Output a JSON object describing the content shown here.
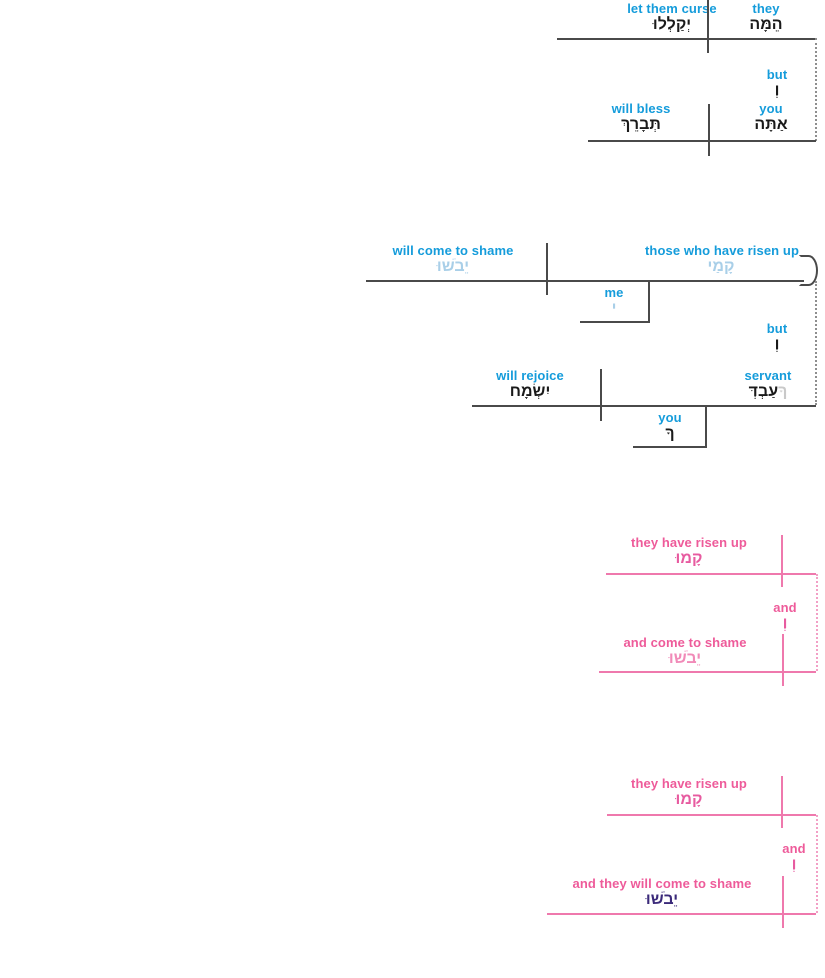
{
  "diagram": {
    "title": "Hebrew syntax line diagram",
    "language": "Hebrew",
    "colors": {
      "clause_blue": "#159cdb",
      "clause_blue_faded": "#9ccdeb",
      "clause_pink": "#ee5b9a",
      "line_dark": "#4a4a4a",
      "line_pink": "#ef79ad",
      "hebrew_dark": "#1a1a1a",
      "hebrew_navy": "#3b2a7a",
      "hebrew_light_blue": "#a9cfe8",
      "hebrew_pink": "#f18ab8"
    }
  },
  "blocks": [
    {
      "id": "block-1",
      "color": "blue",
      "rows": [
        {
          "id": "row-1a",
          "predicate": {
            "gloss": "let them curse",
            "hebrew": "יְקַלְלוּ"
          },
          "subject": {
            "gloss": "they",
            "hebrew": "הֵמָּה"
          }
        },
        {
          "id": "row-1b",
          "conjunction": {
            "gloss": "but",
            "hebrew": "וְ"
          },
          "predicate": {
            "gloss": "will bless",
            "hebrew": "תְּבָרֵךְ"
          },
          "subject": {
            "gloss": "you",
            "hebrew": "אַתָּה"
          }
        }
      ]
    },
    {
      "id": "block-2",
      "color": "blue",
      "rows": [
        {
          "id": "row-2a",
          "predicate": {
            "gloss": "will come to shame",
            "hebrew": "יֵבֹשׁוּ"
          },
          "subject": {
            "gloss": "those who have risen up",
            "hebrew": "קָמַי"
          },
          "modifier": {
            "gloss": "me",
            "hebrew": "י"
          }
        },
        {
          "id": "row-2b",
          "conjunction": {
            "gloss": "but",
            "hebrew": "וְ"
          },
          "predicate": {
            "gloss": "will rejoice",
            "hebrew": "יִשְׂמָח"
          },
          "subject": {
            "gloss": "servant",
            "hebrew": "עַבְדְּ",
            "suffix": "ךָ"
          },
          "modifier": {
            "gloss": "you",
            "hebrew": "ךָ"
          }
        }
      ]
    },
    {
      "id": "block-3",
      "color": "pink",
      "rows": [
        {
          "id": "row-3a",
          "predicate": {
            "gloss": "they have risen up",
            "hebrew": "קָמוּ"
          }
        },
        {
          "id": "row-3b",
          "conjunction": {
            "gloss": "and",
            "hebrew": "וְ"
          },
          "predicate": {
            "gloss": "and come to shame",
            "hebrew": "יֵבֹשׁוּ"
          }
        }
      ]
    },
    {
      "id": "block-4",
      "color": "pink",
      "rows": [
        {
          "id": "row-4a",
          "predicate": {
            "gloss": "they have risen up",
            "hebrew": "קָמוּ"
          }
        },
        {
          "id": "row-4b",
          "conjunction": {
            "gloss": "and",
            "hebrew": "וְ"
          },
          "predicate": {
            "gloss": "and they will come to shame",
            "hebrew": "יֵבֹשׁוּ"
          }
        }
      ]
    }
  ]
}
